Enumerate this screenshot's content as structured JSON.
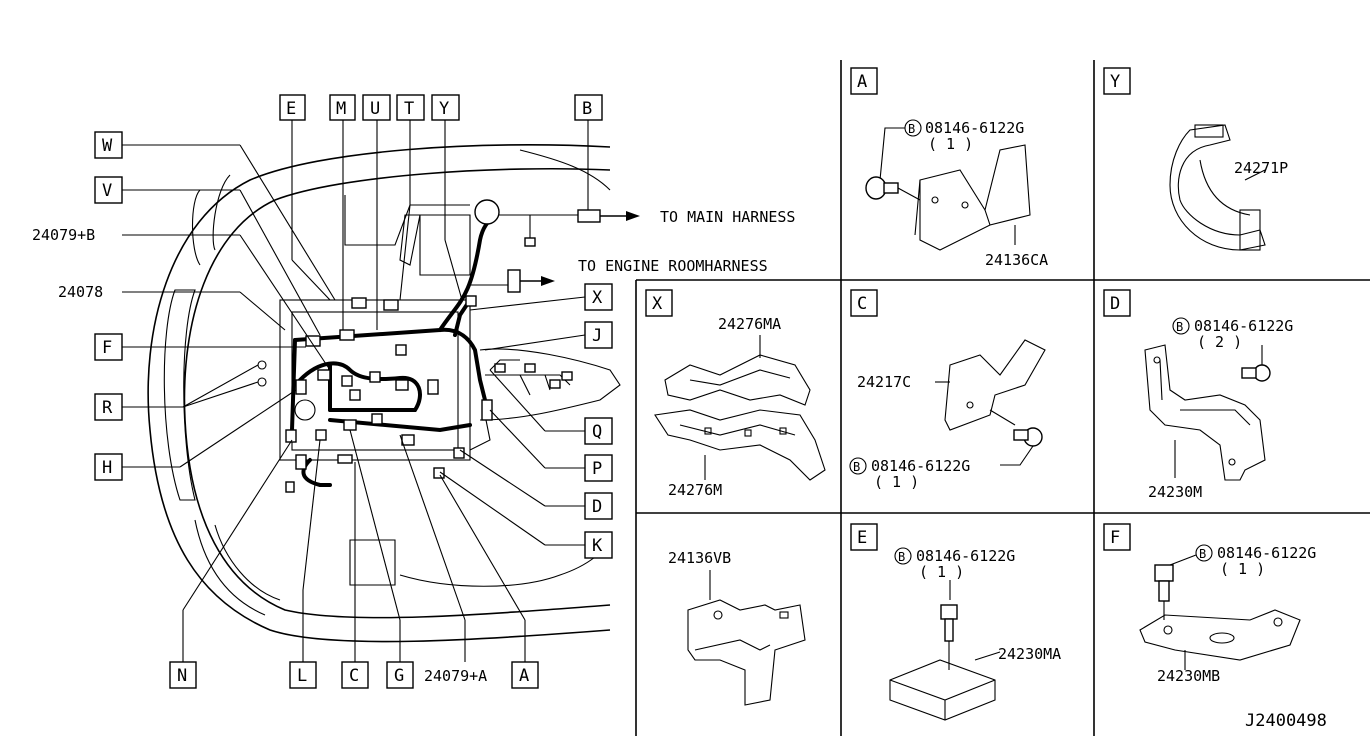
{
  "diagram_code": "J2400498",
  "main": {
    "arrow_labels": {
      "main_harness": "TO MAIN HARNESS",
      "engine_room": "TO ENGINE ROOMHARNESS"
    },
    "callouts_top": [
      "E",
      "M",
      "U",
      "T",
      "Y",
      "B"
    ],
    "callouts_left": [
      "W",
      "V",
      "F",
      "R",
      "H"
    ],
    "callouts_right": [
      "X",
      "J",
      "Q",
      "P",
      "D",
      "K"
    ],
    "callouts_bottom": [
      "N",
      "L",
      "C",
      "G",
      "A"
    ],
    "part_numbers": {
      "p24079b": "24079+B",
      "p24078": "24078",
      "p24079a": "24079+A"
    }
  },
  "details": {
    "A": {
      "letter": "A",
      "bolt_symbol": "B",
      "bolt": "08146-6122G",
      "bolt_qty": "( 1 )",
      "part": "24136CA"
    },
    "Y": {
      "letter": "Y",
      "part": "24271P"
    },
    "X": {
      "letter": "X",
      "part_top": "24276MA",
      "part_bottom": "24276M"
    },
    "C": {
      "letter": "C",
      "part": "24217C",
      "bolt_symbol": "B",
      "bolt": "08146-6122G",
      "bolt_qty": "( 1 )"
    },
    "D": {
      "letter": "D",
      "bolt_symbol": "B",
      "bolt": "08146-6122G",
      "bolt_qty": "( 2 )",
      "part": "24230M"
    },
    "VB": {
      "part": "24136VB"
    },
    "E": {
      "letter": "E",
      "bolt_symbol": "B",
      "bolt": "08146-6122G",
      "bolt_qty": "( 1 )",
      "part": "24230MA"
    },
    "F": {
      "letter": "F",
      "bolt_symbol": "B",
      "bolt": "08146-6122G",
      "bolt_qty": "( 1 )",
      "part": "24230MB"
    }
  }
}
